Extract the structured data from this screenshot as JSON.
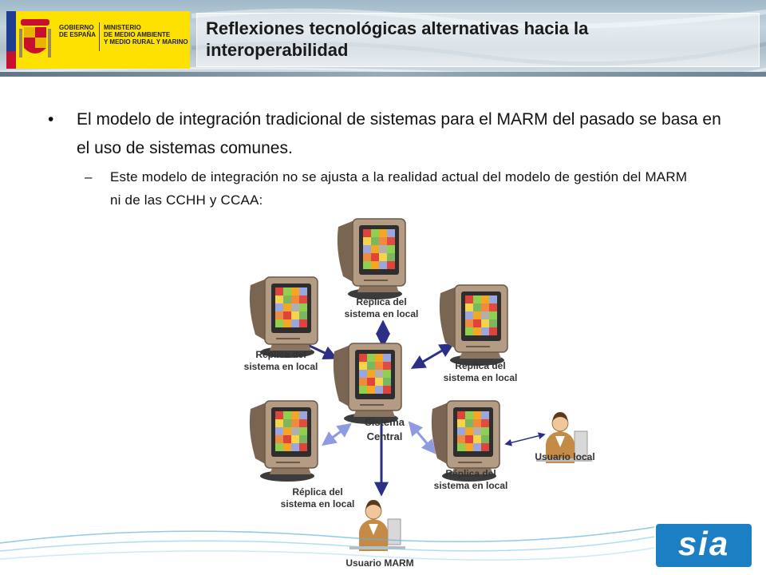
{
  "header": {
    "gov_label": "GOBIERNO\nDE ESPAÑA",
    "ministry_label": "MINISTERIO\nDE MEDIO AMBIENTE\nY MEDIO RURAL Y MARINO",
    "title": "Reflexiones tecnológicas alternativas hacia la interoperabilidad"
  },
  "body": {
    "bullet1_marker": "•",
    "bullet1": "El modelo de integración tradicional de sistemas para el MARM del pasado se basa en el uso de sistemas comunes.",
    "bullet2_marker": "–",
    "bullet2": "Este modelo de integración no se ajusta a la realidad actual del modelo de gestión del MARM ni de las CCHH y CCAA:"
  },
  "diagram": {
    "center": "Sistema Central",
    "replica_line1": "Réplica del",
    "replica_line2": "sistema en local",
    "center_line1": "Sistema",
    "center_line2": "Central",
    "usuario_local": "Usuario local",
    "usuario_marm": "Usuario MARM"
  },
  "footer": {
    "brand": "sia"
  },
  "colors": {
    "arrow": "#2b2f87",
    "arrow_light": "#8e9be0",
    "monitor_body": "#b49c84",
    "brand_blue": "#1d7fc3"
  }
}
